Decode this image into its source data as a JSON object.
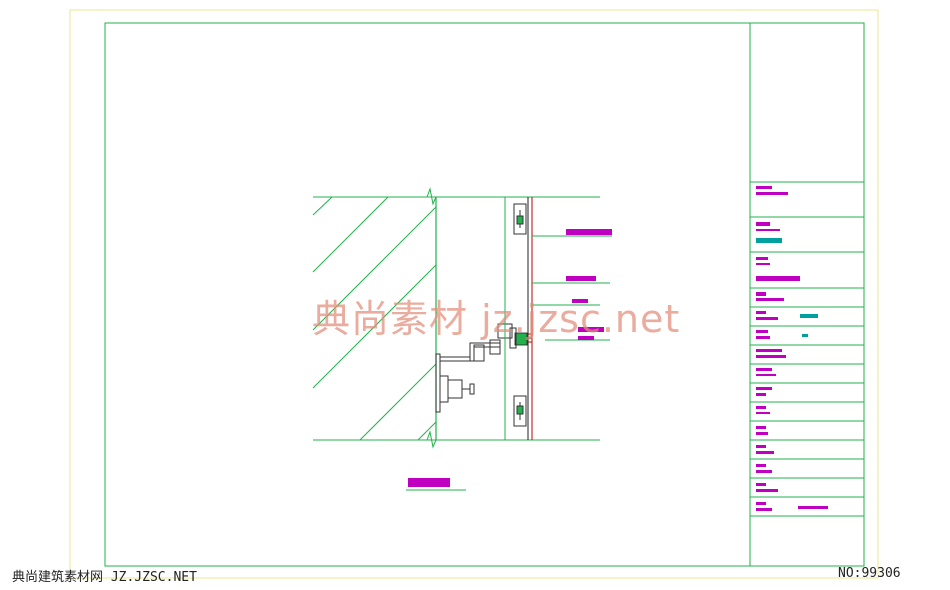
{
  "watermark": "典尚素材 jz.jzsc.net",
  "footer": {
    "site": "典尚建筑素材网 JZ.JZSC.NET",
    "number": "NO:99306"
  },
  "colors": {
    "line_green": "#22b14c",
    "frame_yellow": "#e8e890",
    "magenta": "#c000c0",
    "cyan": "#00a0a0",
    "watermark": "#e08c78"
  }
}
